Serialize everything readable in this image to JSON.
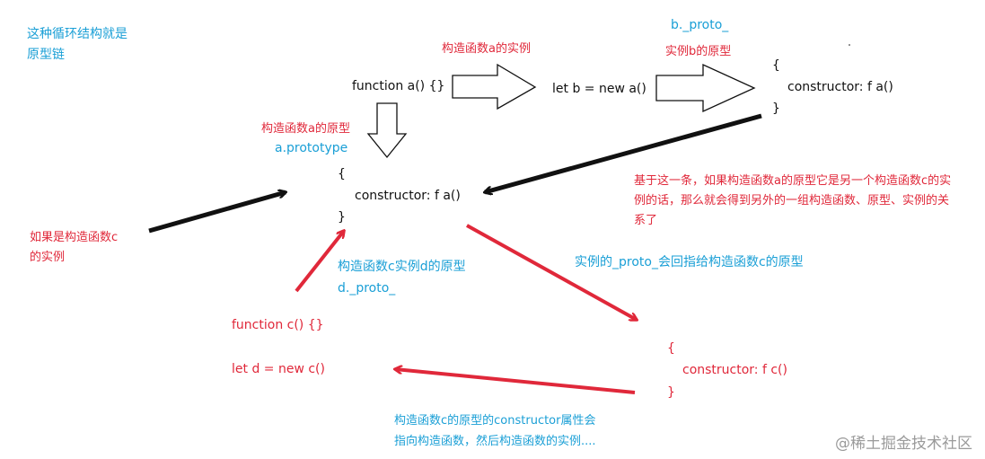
{
  "colors": {
    "blue": "#1a9fd6",
    "red": "#e0283a",
    "black": "#111111",
    "watermark": "#9a9a9a"
  },
  "notes": {
    "cycle_line1": "这种循环结构就是",
    "cycle_line2": "原型链",
    "instance_of_a": "构造函数a的实例",
    "b_proto": "b._proto_",
    "b_prototype": "实例b的原型",
    "a_prototype_cn": "构造函数a的原型",
    "a_prototype": "a.prototype",
    "if_instance_c_line1": "如果是构造函数c",
    "if_instance_c_line2": "的实例",
    "d_prototype_cn": "构造函数c实例d的原型",
    "d_proto": "d._proto_",
    "based_line1": "基于这一条，如果构造函数a的原型它是另一个构造函数c的实",
    "based_line2": "例的话，那么就会得到另外的一组构造函数、原型、实例的关",
    "based_line3": "系了",
    "instance_proto_back": "实例的_proto_会回指给构造函数c的原型",
    "ctor_prop_line1": "构造函数c的原型的constructor属性会",
    "ctor_prop_line2": "指向构造函数，然后构造函数的实例....",
    "watermark": "@稀土掘金技术社区"
  },
  "code": {
    "function_a": "function a() {}",
    "let_b": "let b = new a()",
    "proto_b_open": "{",
    "proto_b_ctor": "constructor:  f a()",
    "proto_b_close": "}",
    "proto_a_open": "{",
    "proto_a_ctor": "constructor:  f a()",
    "proto_a_close": "}",
    "function_c": "function c() {}",
    "let_d": "let d = new c()",
    "proto_c_open": "{",
    "proto_c_ctor": "constructor:  f c()",
    "proto_c_close": "}"
  },
  "arrows": [
    {
      "id": "a-to-b",
      "style": "hollow"
    },
    {
      "id": "b-to-proto",
      "style": "hollow"
    },
    {
      "id": "a-down",
      "style": "hollow"
    },
    {
      "id": "b-proto-to-a-proto",
      "style": "line",
      "color": "black"
    },
    {
      "id": "c-instance-to-a-proto",
      "style": "line",
      "color": "black"
    },
    {
      "id": "d-to-a-proto",
      "style": "line",
      "color": "red"
    },
    {
      "id": "a-proto-to-c-proto",
      "style": "line",
      "color": "red"
    },
    {
      "id": "c-proto-to-d",
      "style": "line",
      "color": "red"
    }
  ]
}
